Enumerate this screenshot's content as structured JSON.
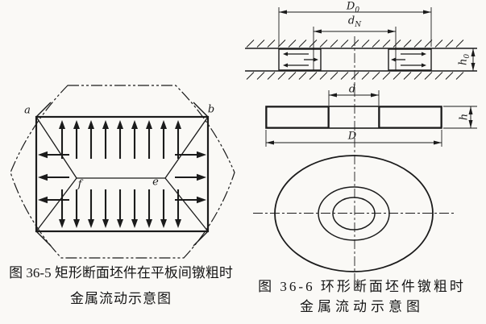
{
  "page": {
    "background": "#faf9f6",
    "ink": "#1b1b1b"
  },
  "figure_left": {
    "caption_line1": "图 36-5  矩形断面坯件在平板间镦粗时",
    "caption_line2": "金属流动示意图",
    "corner_labels": {
      "top_left": "a",
      "top_right": "b",
      "center_left": "f",
      "center_right": "e"
    }
  },
  "figure_right": {
    "caption_line1": "图 36-6  环形断面坯件镦粗时",
    "caption_line2": "金属流动示意图",
    "dimensions": {
      "outer_diameter_initial": {
        "main": "D",
        "sub": "0"
      },
      "neutral_diameter": {
        "main": "d",
        "sub": "N"
      },
      "height_initial": {
        "main": "h",
        "sub": "0"
      },
      "hole_diameter": {
        "main": "d",
        "sub": ""
      },
      "height_final": {
        "main": "h",
        "sub": ""
      },
      "outer_diameter_final": {
        "main": "D",
        "sub": ""
      }
    }
  }
}
